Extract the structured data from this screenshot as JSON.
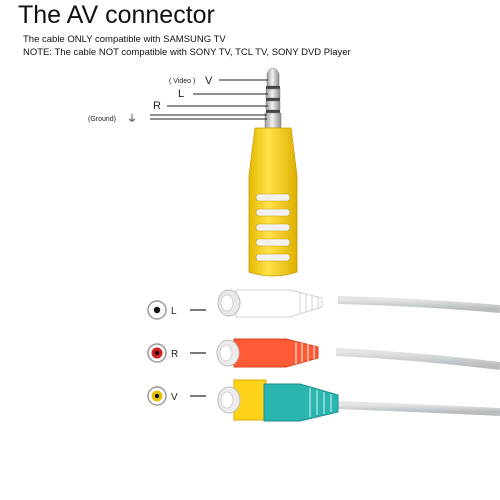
{
  "title": "The AV connector",
  "notes": [
    "The cable ONLY compatible with SAMSUNG TV",
    "NOTE: The cable NOT compatible with SONY TV, TCL TV, SONY DVD Player"
  ],
  "plug_pins": {
    "video_note": "( Video )",
    "video": "V",
    "left": "L",
    "right": "R",
    "ground_note": "(Ground)",
    "ground_symbol": "⏚"
  },
  "rca_outputs": [
    {
      "label": "L",
      "color": "#ffffff",
      "icon_color": "#111111"
    },
    {
      "label": "R",
      "color": "#ff5a36",
      "icon_color": "#d41f1f"
    },
    {
      "label": "V",
      "color": "#ffd21a",
      "icon_color": "#e8c200"
    }
  ],
  "colors": {
    "plug_yellow": "#ffd61f",
    "collar_teal": "#2bb5b0",
    "cable_gray": "#cfd3d4",
    "metal": "#c9c9c9"
  }
}
